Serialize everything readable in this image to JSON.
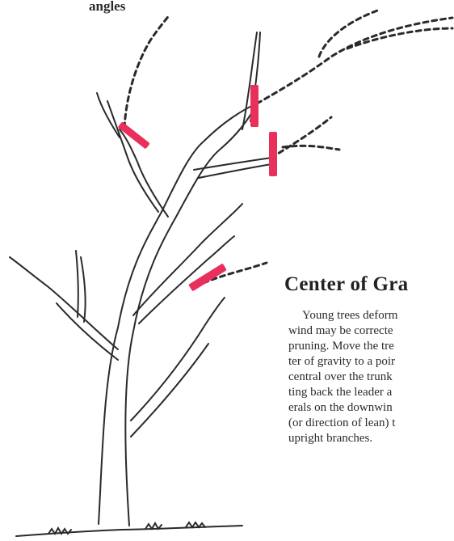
{
  "top_label": "angles",
  "section": {
    "heading": "Center of Gra",
    "body_lines": [
      "Young trees deform",
      "wind may be correcte",
      "pruning. Move the tre",
      "ter of gravity to a poir",
      "central over the trunk",
      "ting back the leader a",
      "erals on the downwin",
      "(or direction of lean) t",
      "upright branches."
    ]
  },
  "colors": {
    "ink": "#2a2a2a",
    "cut_mark": "#e8305a"
  }
}
